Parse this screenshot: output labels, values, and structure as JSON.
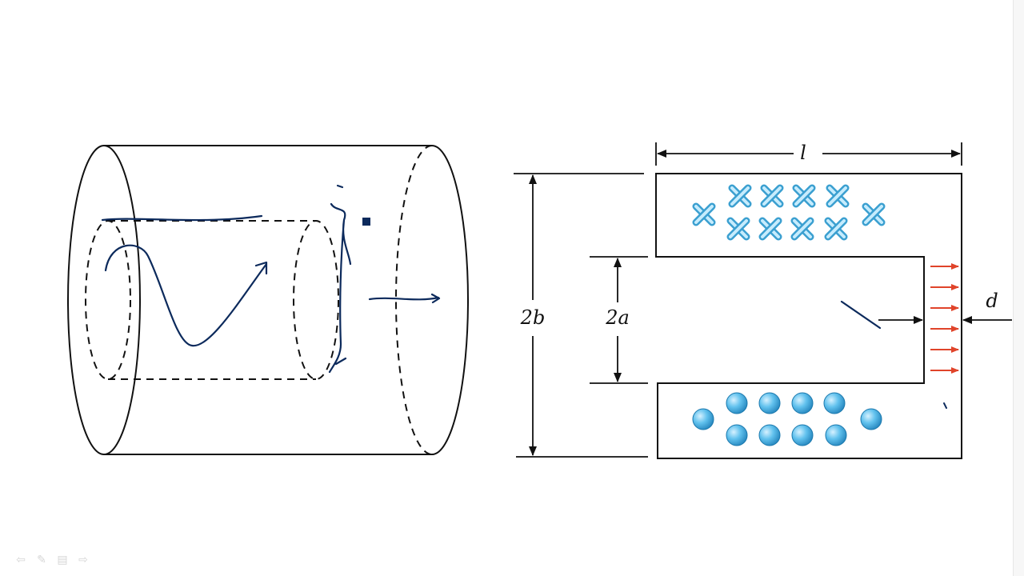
{
  "labels": {
    "length": "l",
    "outer": "2b",
    "inner": "2a",
    "thickness": "d"
  },
  "colors": {
    "ink": "#111111",
    "pen": "#0c2a5c",
    "charge": "#4fb3e3",
    "field_arrow": "#e0442a"
  },
  "toolbar": {
    "icons": [
      "arrow-left-icon",
      "pen-icon",
      "menu-icon",
      "arrow-right-icon"
    ]
  }
}
